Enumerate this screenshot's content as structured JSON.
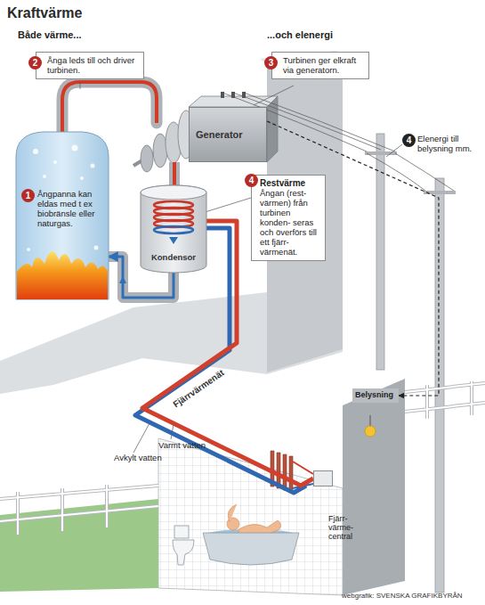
{
  "diagram": {
    "title": "Kraftvärme",
    "nodes": [
      {
        "text": [
          "Ånga leds till och driver turbinen."
        ]
      },
      {
        "text": [
          "Turbinen ger elkraft via generatorn."
        ]
      },
      {
        "text": [
          "Generator"
        ]
      },
      {
        "text": [
          "Restvärme",
          "Ångan (rest- värmen) från turbinen konden- seras och överförs till ett fjärr- värmenät."
        ]
      },
      {
        "text": [
          "Ångpanna kan eldas med t ex biobränsle eller naturgas."
        ]
      },
      {
        "text": [
          "Kondensor"
        ]
      },
      {
        "text": [
          "Belysning"
        ]
      },
      {
        "text": [
          "Fjärr- värme- central"
        ]
      }
    ],
    "edges": [
      {
        "from": 5,
        "to": 4,
        "arrow": "to"
      },
      {
        "from": 5,
        "to": 7,
        "label": "Fjärrvärmenät",
        "arrow": "none"
      },
      {
        "from": 2,
        "to": 6,
        "arrow": "to"
      }
    ],
    "labels": [
      "Både värme...",
      "...och elenergi",
      "2",
      "3",
      "1",
      "4",
      "4",
      "Elenergi till belysning mm.",
      "Varmt vatten",
      "Avkylt vatten",
      "webgrafik: SVENSKA GRAFIKBYRÅN"
    ]
  }
}
